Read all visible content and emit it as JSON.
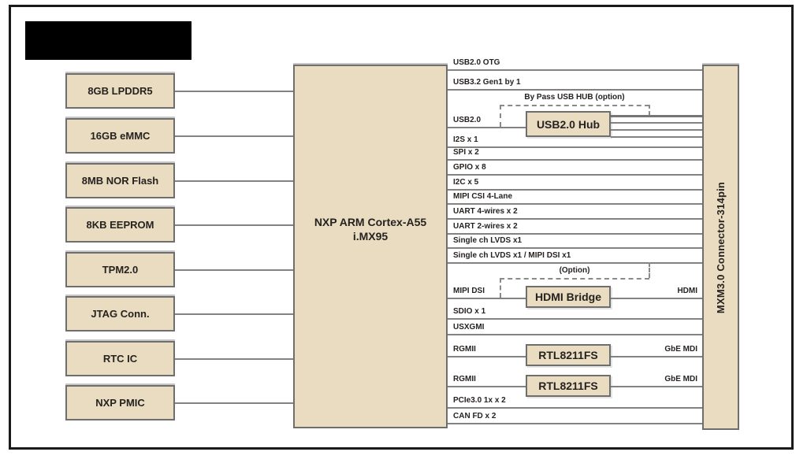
{
  "left_modules": [
    {
      "label": "8GB LPDDR5"
    },
    {
      "label": "16GB eMMC"
    },
    {
      "label": "8MB NOR Flash"
    },
    {
      "label": "8KB EEPROM"
    },
    {
      "label": "TPM2.0"
    },
    {
      "label": "JTAG Conn."
    },
    {
      "label": "RTC IC"
    },
    {
      "label": "NXP PMIC"
    }
  ],
  "cpu": {
    "line1": "NXP ARM Cortex-A55",
    "line2": "i.MX95"
  },
  "connector": {
    "label": "MXM3.0 Connector-314pin"
  },
  "buses": [
    {
      "label": "USB2.0 OTG"
    },
    {
      "label": "USB3.2 Gen1 by 1"
    },
    {
      "label": "USB2.0"
    },
    {
      "label": "I2S x 1"
    },
    {
      "label": "SPI x 2"
    },
    {
      "label": "GPIO x 8"
    },
    {
      "label": "I2C x 5"
    },
    {
      "label": "MIPI CSI 4-Lane"
    },
    {
      "label": "UART 4-wires x 2"
    },
    {
      "label": "UART 2-wires x 2"
    },
    {
      "label": "Single ch LVDS x1"
    },
    {
      "label": "Single ch LVDS x1 / MIPI DSI x1"
    },
    {
      "label": "MIPI DSI"
    },
    {
      "label": "SDIO x 1"
    },
    {
      "label": "USXGMI"
    },
    {
      "label": "RGMII"
    },
    {
      "label": "RGMII"
    },
    {
      "label": "PCIe3.0 1x  x 2"
    },
    {
      "label": "CAN FD x 2"
    }
  ],
  "chips": {
    "usb_hub": {
      "label": "USB2.0 Hub"
    },
    "hdmi_bridge": {
      "label": "HDMI Bridge"
    },
    "eth_phy_1": {
      "label": "RTL8211FS"
    },
    "eth_phy_2": {
      "label": "RTL8211FS"
    }
  },
  "annotations": {
    "bypass_usb_hub": "By Pass USB HUB (option)",
    "option": "(Option)"
  },
  "right_labels": {
    "hdmi": "HDMI",
    "gbe_mdi_1": "GbE MDI",
    "gbe_mdi_2": "GbE MDI"
  },
  "colors": {
    "block_fill": "#e9dcc1",
    "block_border": "#6e6e6e",
    "line": "#828282",
    "frame": "#1a1a1a",
    "logo_redaction": "#000000"
  }
}
